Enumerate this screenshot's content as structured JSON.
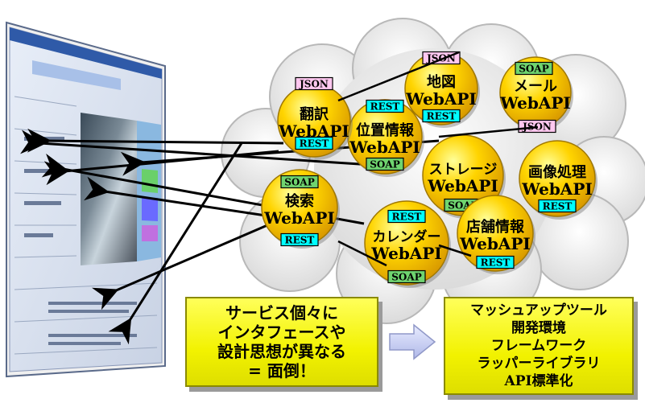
{
  "services": [
    {
      "id": "translate",
      "name": "翻訳",
      "api": "WebAPI",
      "tags": [
        "JSON",
        "REST"
      ]
    },
    {
      "id": "map",
      "name": "地図",
      "api": "WebAPI",
      "tags": [
        "JSON",
        "REST"
      ]
    },
    {
      "id": "mail",
      "name": "メール",
      "api": "WebAPI",
      "tags": [
        "SOAP",
        "JSON"
      ]
    },
    {
      "id": "location",
      "name": "位置情報",
      "api": "WebAPI",
      "tags": [
        "REST",
        "SOAP"
      ]
    },
    {
      "id": "storage",
      "name": "ストレージ",
      "api": "WebAPI",
      "tags": [
        "SOAP"
      ]
    },
    {
      "id": "image",
      "name": "画像処理",
      "api": "WebAPI",
      "tags": [
        "REST"
      ]
    },
    {
      "id": "search",
      "name": "検索",
      "api": "WebAPI",
      "tags": [
        "SOAP",
        "REST"
      ]
    },
    {
      "id": "calendar",
      "name": "カレンダー",
      "api": "WebAPI",
      "tags": [
        "REST",
        "SOAP"
      ]
    },
    {
      "id": "shop",
      "name": "店舗情報",
      "api": "WebAPI",
      "tags": [
        "REST"
      ]
    }
  ],
  "tag_colors": {
    "JSON": "#ffc8f0",
    "REST": "#00ffff",
    "SOAP": "#6fd46f"
  },
  "callout_problem": {
    "lines": [
      "サービス個々に",
      "インタフェースや",
      "設計思想が異なる",
      "= 面倒！"
    ]
  },
  "callout_solution": {
    "lines": [
      "マッシュアップツール",
      "開発環境",
      "フレームワーク",
      "ラッパーライブラリ",
      "API標準化"
    ]
  },
  "colors": {
    "bubble_fill": "#f5c400",
    "bubble_stroke": "#a07800",
    "callout_fill": "#ffff33",
    "cloud_fill": "#eeeeee"
  }
}
